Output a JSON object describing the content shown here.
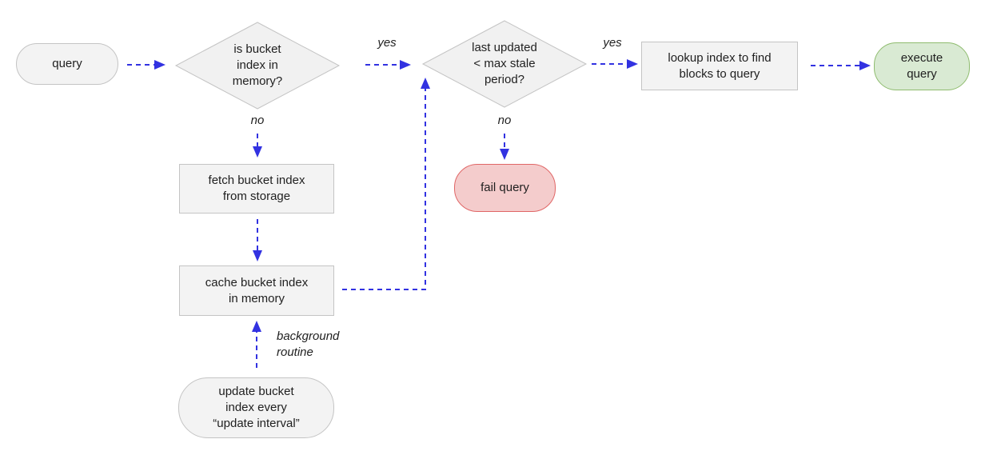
{
  "colors": {
    "arrow": "#3232e1",
    "node_fill": "#f3f3f3",
    "node_border": "#c4c4c4",
    "success_fill": "#d9ead3",
    "success_border": "#8fbc6f",
    "fail_fill": "#f4cccc",
    "fail_border": "#e06666",
    "text": "#1f1f1f",
    "bg": "#ffffff"
  },
  "nodes": {
    "query": {
      "label": "query",
      "shape": "pill"
    },
    "memory_check": {
      "label": "is bucket\nindex in\nmemory?",
      "shape": "diamond"
    },
    "stale_check": {
      "label": "last updated\n< max stale\nperiod?",
      "shape": "diamond"
    },
    "lookup_index": {
      "label": "lookup index to find\nblocks to query",
      "shape": "rect"
    },
    "execute_query": {
      "label": "execute\nquery",
      "shape": "pill-success"
    },
    "fetch_bucket_index": {
      "label": "fetch bucket index\nfrom storage",
      "shape": "rect"
    },
    "cache_bucket_index": {
      "label": "cache bucket index\nin memory",
      "shape": "rect"
    },
    "fail_query": {
      "label": "fail query",
      "shape": "pill-fail"
    },
    "update_bucket_index": {
      "label": "update bucket\nindex every\n“update interval”",
      "shape": "pill"
    }
  },
  "edge_labels": {
    "memory_yes": "yes",
    "memory_no": "no",
    "stale_yes": "yes",
    "stale_no": "no",
    "background_routine": "background\nroutine"
  }
}
